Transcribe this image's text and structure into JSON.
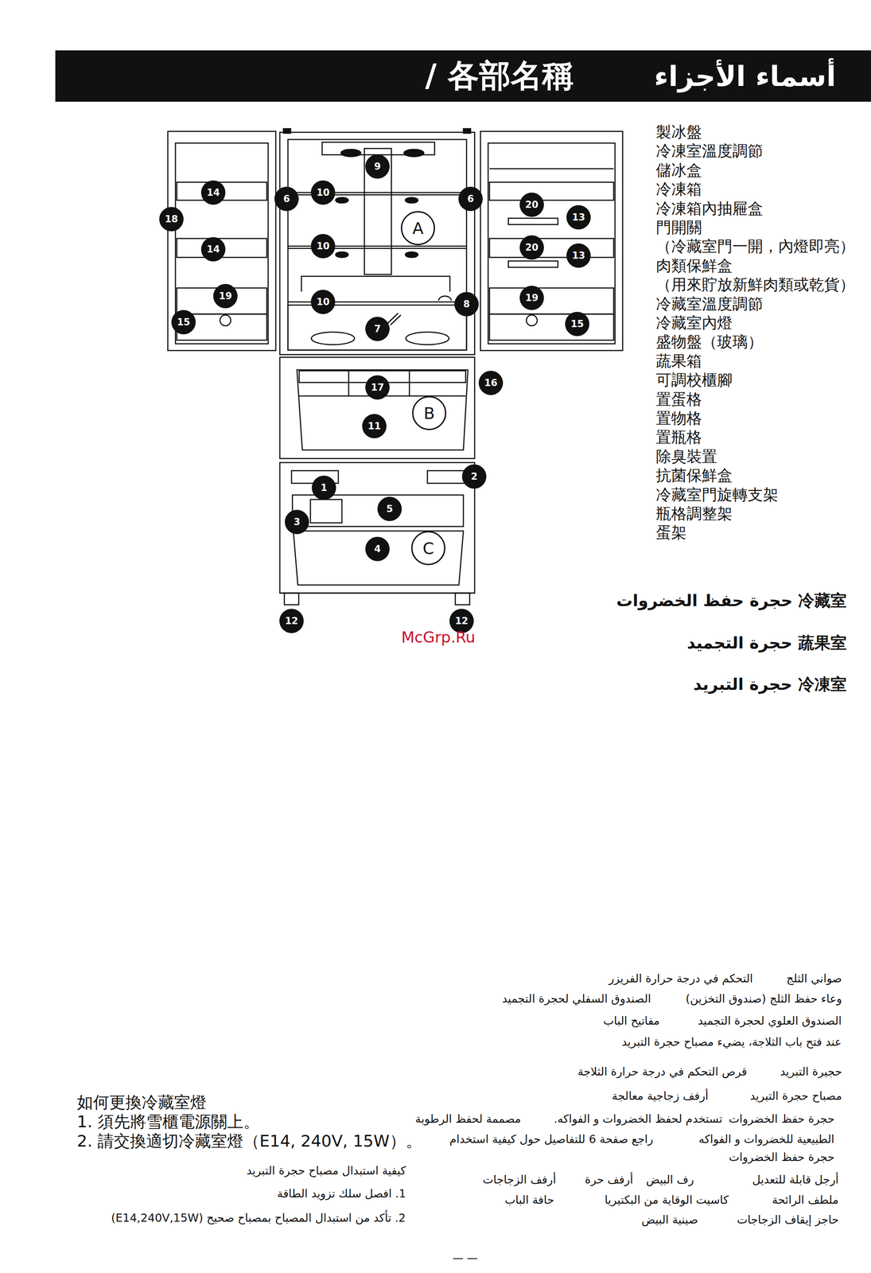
{
  "diagram": {
    "title": "/ 各部名稱",
    "labels": [
      "أسماء الأجزاء",
      "9",
      "14",
      "6",
      "10",
      "6",
      "20",
      "18",
      "13",
      "A",
      "10",
      "14",
      "20",
      "13",
      "19",
      "10",
      "8",
      "19",
      "15",
      "7",
      "15",
      "16",
      "17",
      "B",
      "11",
      "1",
      "2",
      "5",
      "3",
      "4",
      "C",
      "12",
      "12",
      "製冰盤",
      "冷凍室溫度調節",
      "儲冰盒",
      "冷凍箱",
      "冷凍箱內抽屜盒",
      "門開關",
      "（冷藏室門一開，內燈即亮）",
      "肉類保鮮盒",
      "（用來貯放新鮮肉類或乾貨）",
      "冷藏室溫度調節",
      "冷藏室內燈",
      "盛物盤（玻璃）",
      "蔬果箱",
      "可調校櫃腳",
      "置蛋格",
      "置物格",
      "置瓶格",
      "除臭裝置",
      "抗菌保鮮盒",
      "冷藏室門旋轉支架",
      "瓶格調整架",
      "蛋架",
      "حجرة حفظ الخضروات 冷藏室",
      "حجرة التجميد 蔬果室",
      "حجرة التبريد 冷凍室",
      "McGrp.Ru",
      "صواني الثلج",
      "التحكم في درجة حرارة الفريزر",
      "وعاء حفظ الثلج (صندوق التخزين)",
      "الصندوق السفلي لحجرة التجميد",
      "الصندوق العلوي لحجرة التجميد",
      "مفاتيح الباب",
      "عند فتح باب الثلاجة، يضيء مصباح حجرة التبريد",
      "حجيرة التبريد",
      "قرص التحكم في درجة حرارة الثلاجة",
      "مصباح حجرة التبريد",
      "أرفف زجاجية معالجة",
      "حجرة حفظ الخضروات",
      "تستخدم لحفظ الخضروات و الفواكه.",
      "مصممة لحفظ الرطوبة",
      "الطبيعية للخضروات و الفواكه",
      "راجع صفحة 6 للتفاصيل حول كيفية استخدام",
      "حجرة حفظ الخضروات",
      "أرجل قابلة للتعديل",
      "رف البيض",
      "أرفف حرة",
      "أرفف الزجاجات",
      "ملطف الرائحة",
      "كاسيت الوقاية من البكتيريا",
      "حافة الباب",
      "حاجز إيقاف الزجاجات",
      "صينية البيض",
      "如何更換冷藏室燈",
      "1. 須先將雪櫃電源關上。",
      "2. 請交換適切冷藏室燈（E14, 240V, 15W）。",
      "كيفية استبدال مصباح حجرة التبريد",
      "1. افصل سلك تزويد الطاقة",
      "2. تأكد من استبدال المصباح بمصباح صحيح (E14,240V,15W)",
      "— —"
    ]
  }
}
